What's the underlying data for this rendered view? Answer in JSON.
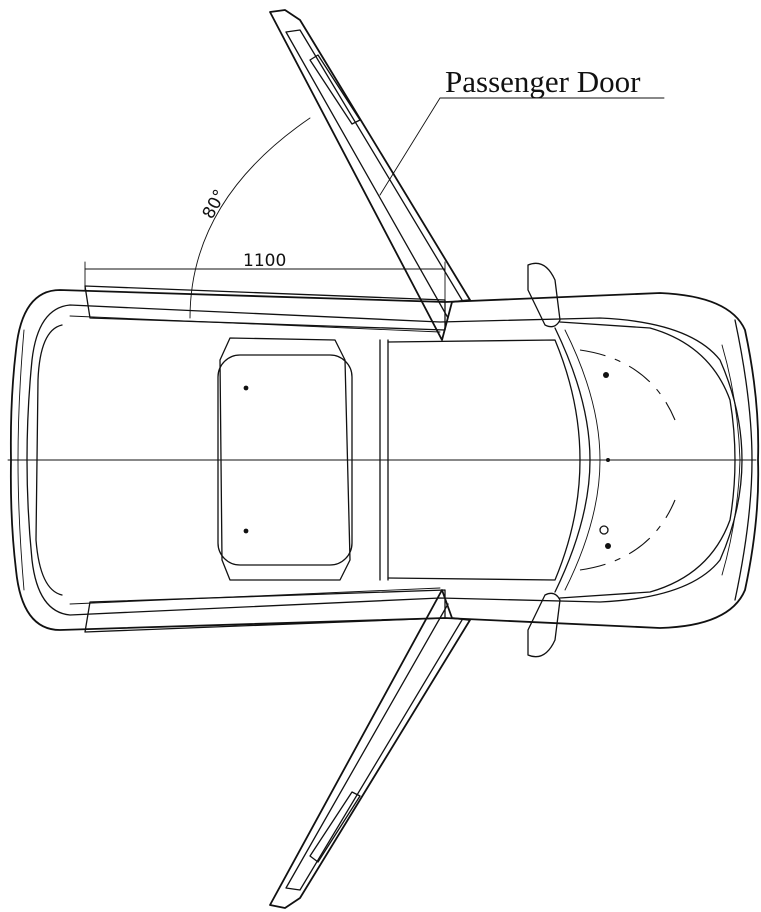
{
  "callout": {
    "label": "Passenger Door"
  },
  "dimensions": {
    "width_label": "1100",
    "angle_label": "80°"
  }
}
